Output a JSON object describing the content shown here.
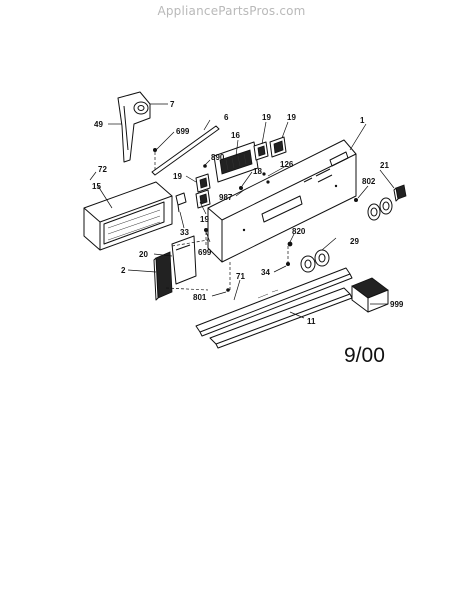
{
  "watermark": "AppliancePartsPros.com",
  "date_code": "9/00",
  "callouts": {
    "c1": "1",
    "c2": "2",
    "c6": "6",
    "c7": "7",
    "c11": "11",
    "c15": "15",
    "c16": "16",
    "c18": "18",
    "c19a": "19",
    "c19b": "19",
    "c19c": "19",
    "c19d": "19",
    "c20": "20",
    "c21": "21",
    "c29": "29",
    "c33": "33",
    "c34": "34",
    "c49": "49",
    "c71": "71",
    "c72": "72",
    "c126": "126",
    "c699a": "699",
    "c699b": "699",
    "c801": "801",
    "c802": "802",
    "c820": "820",
    "c890": "890",
    "c987": "987",
    "c999": "999"
  }
}
